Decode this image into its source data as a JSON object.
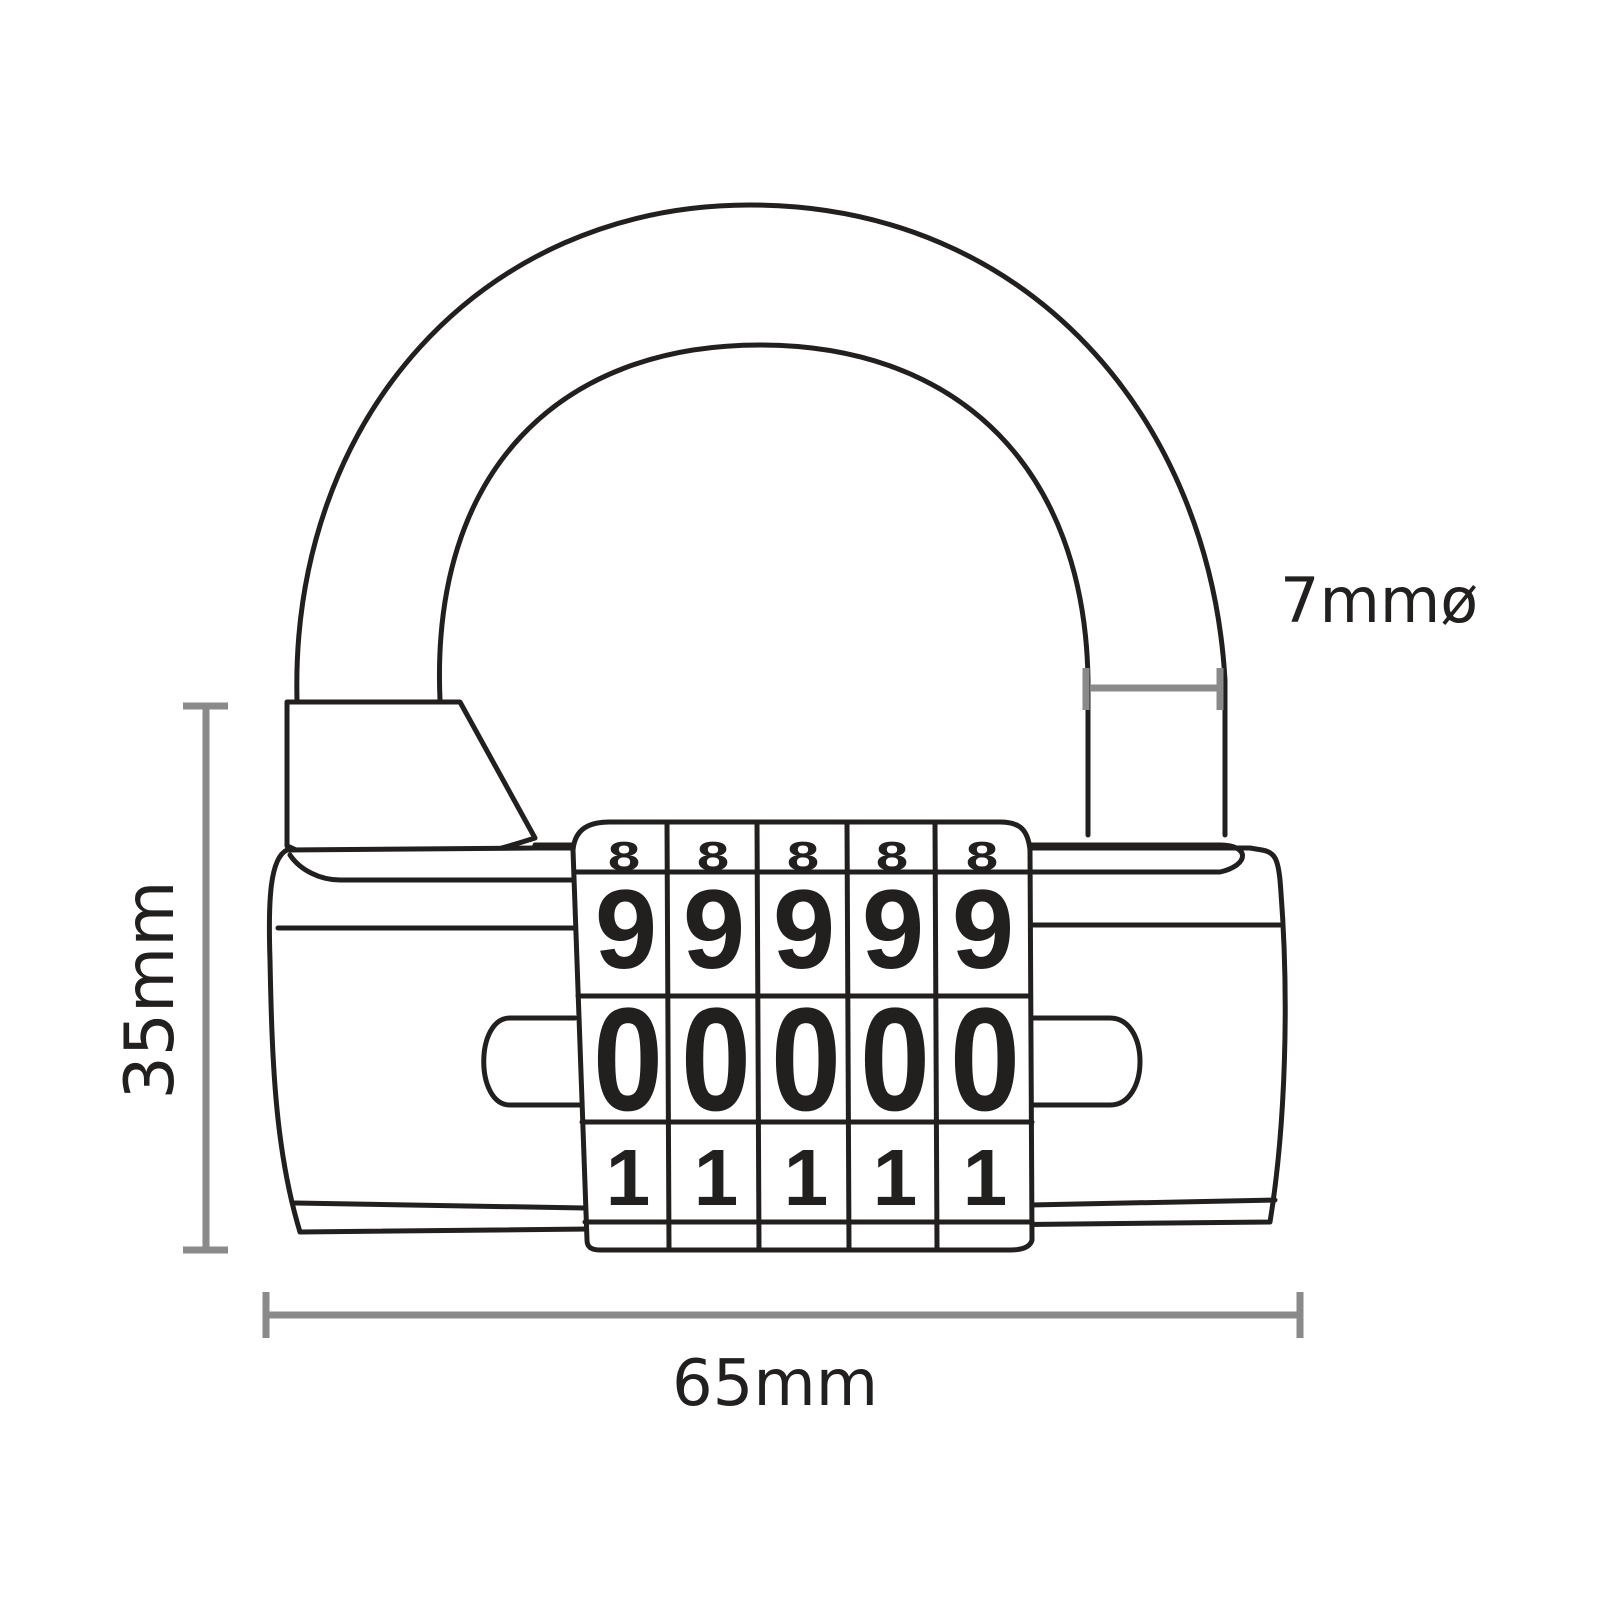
{
  "diagram": {
    "subject": "5-digit combination padlock",
    "dimensions": {
      "height_label": "35mm",
      "width_label": "65mm",
      "shackle_diameter_label": "7mmø"
    },
    "dials": {
      "count": 5,
      "rows": [
        {
          "position": "top-partial",
          "digits": [
            "8",
            "8",
            "8",
            "8",
            "8"
          ]
        },
        {
          "position": "upper",
          "digits": [
            "9",
            "9",
            "9",
            "9",
            "9"
          ]
        },
        {
          "position": "center-selected",
          "digits": [
            "0",
            "0",
            "0",
            "0",
            "0"
          ]
        },
        {
          "position": "lower",
          "digits": [
            "1",
            "1",
            "1",
            "1",
            "1"
          ]
        }
      ]
    },
    "colors": {
      "outline": "#221f1f",
      "dimension_lines": "#8a8a8a",
      "background": "#ffffff"
    }
  }
}
